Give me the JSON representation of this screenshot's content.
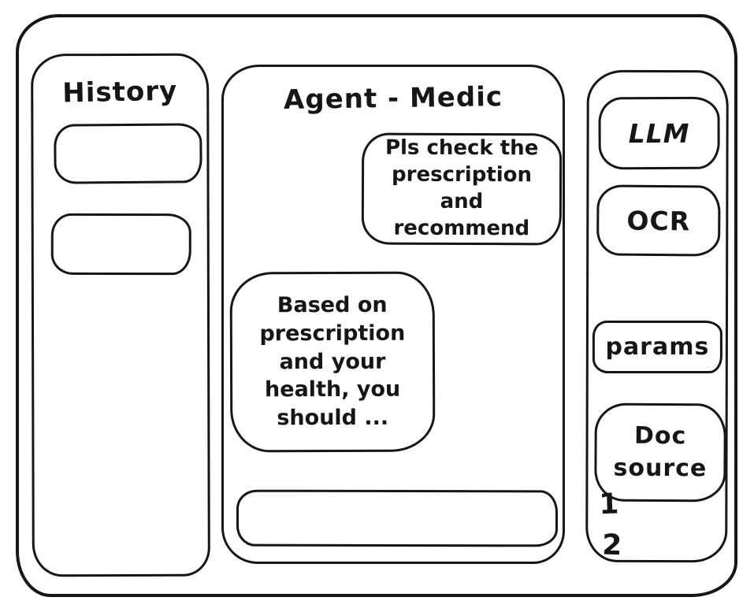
{
  "history_panel": {
    "title": "History",
    "items": [
      {
        "label": ""
      },
      {
        "label": ""
      }
    ]
  },
  "chat_panel": {
    "title": "Agent - Medic",
    "messages": [
      {
        "role": "user",
        "text": "Pls check the prescription and recommend"
      },
      {
        "role": "agent",
        "text": "Based on prescription and your health, you should ..."
      }
    ],
    "input": {
      "value": "",
      "placeholder": ""
    }
  },
  "tools_panel": {
    "llm_button_label": "LLM",
    "ocr_button_label": "OCR",
    "params_button_label": "params",
    "doc_source_button_label": "Doc source",
    "doc_list": [
      "1",
      "2"
    ]
  },
  "colors": {
    "stroke": "#161616",
    "background": "#ffffff"
  }
}
